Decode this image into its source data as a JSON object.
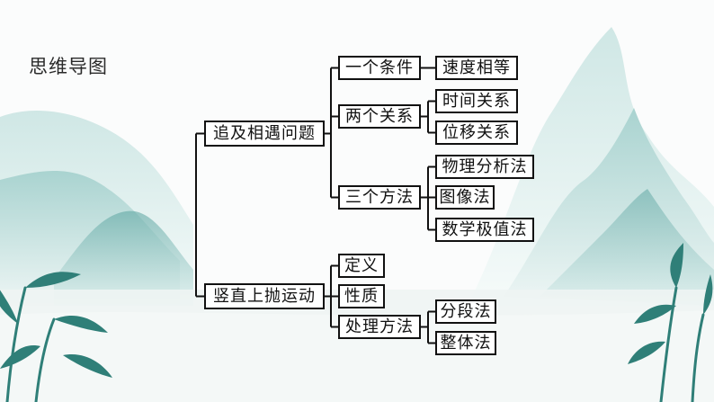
{
  "title": "思维导图",
  "mindmap": {
    "l1": [
      {
        "label": "追及相遇问题",
        "children": [
          {
            "label": "一个条件",
            "children": [
              {
                "label": "速度相等"
              }
            ]
          },
          {
            "label": "两个关系",
            "children": [
              {
                "label": "时间关系"
              },
              {
                "label": "位移关系"
              }
            ]
          },
          {
            "label": "三个方法",
            "children": [
              {
                "label": "物理分析法"
              },
              {
                "label": "图像法"
              },
              {
                "label": "数学极值法"
              }
            ]
          }
        ]
      },
      {
        "label": "竖直上抛运动",
        "children": [
          {
            "label": "定义",
            "children": []
          },
          {
            "label": "性质",
            "children": []
          },
          {
            "label": "处理方法",
            "children": [
              {
                "label": "分段法"
              },
              {
                "label": "整体法"
              }
            ]
          }
        ]
      }
    ]
  }
}
